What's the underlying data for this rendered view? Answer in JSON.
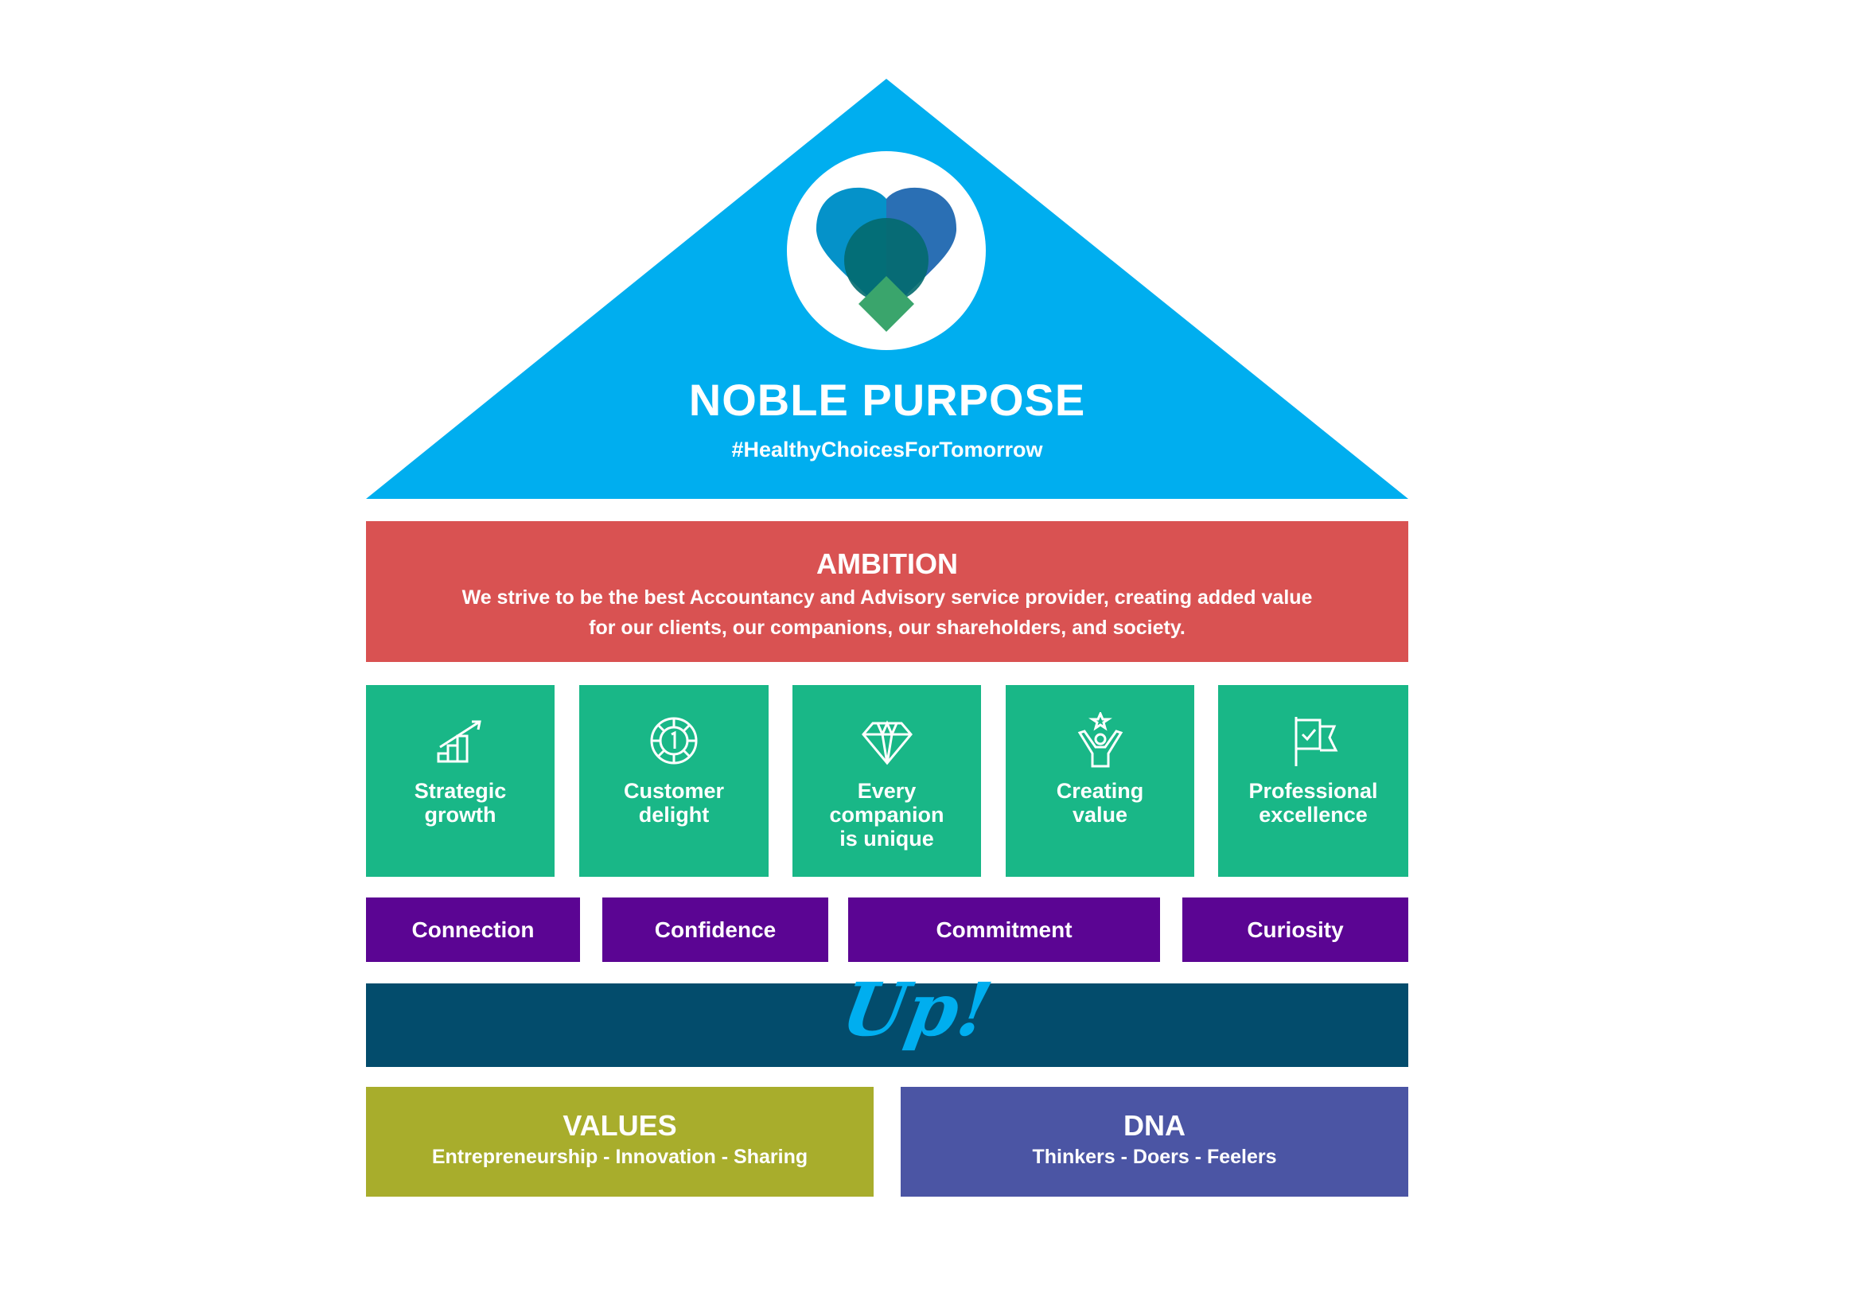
{
  "noble_purpose": {
    "title": "NOBLE PURPOSE",
    "hashtag": "#HealthyChoicesForTomorrow",
    "logo_icon": "heart-logo-icon"
  },
  "ambition": {
    "title": "AMBITION",
    "line1": "We strive to be the best Accountancy and Advisory service provider, creating added value",
    "line2": "for our clients, our companions, our shareholders, and society."
  },
  "pillars": [
    {
      "lines": [
        "Strategic",
        "growth"
      ],
      "icon": "growth-chart-icon"
    },
    {
      "lines": [
        "Customer",
        "delight"
      ],
      "icon": "medal-icon"
    },
    {
      "lines": [
        "Every",
        "companion",
        "is unique"
      ],
      "icon": "diamond-icon"
    },
    {
      "lines": [
        "Creating",
        "value"
      ],
      "icon": "person-star-icon"
    },
    {
      "lines": [
        "Professional",
        "excellence"
      ],
      "icon": "flag-check-icon"
    }
  ],
  "behaviours": [
    "Connection",
    "Confidence",
    "Commitment",
    "Curiosity"
  ],
  "foundation": {
    "text": "Up!"
  },
  "values": {
    "title": "VALUES",
    "subtitle": "Entrepreneurship - Innovation - Sharing"
  },
  "dna": {
    "title": "DNA",
    "subtitle": "Thinkers - Doers - Feelers"
  },
  "colors": {
    "roof": "#00aeef",
    "ambition": "#d95252",
    "pillars": "#19b787",
    "behaviours": "#5b0593",
    "foundation": "#034c6c",
    "values": "#a8ad2c",
    "dna": "#4b55a4"
  }
}
